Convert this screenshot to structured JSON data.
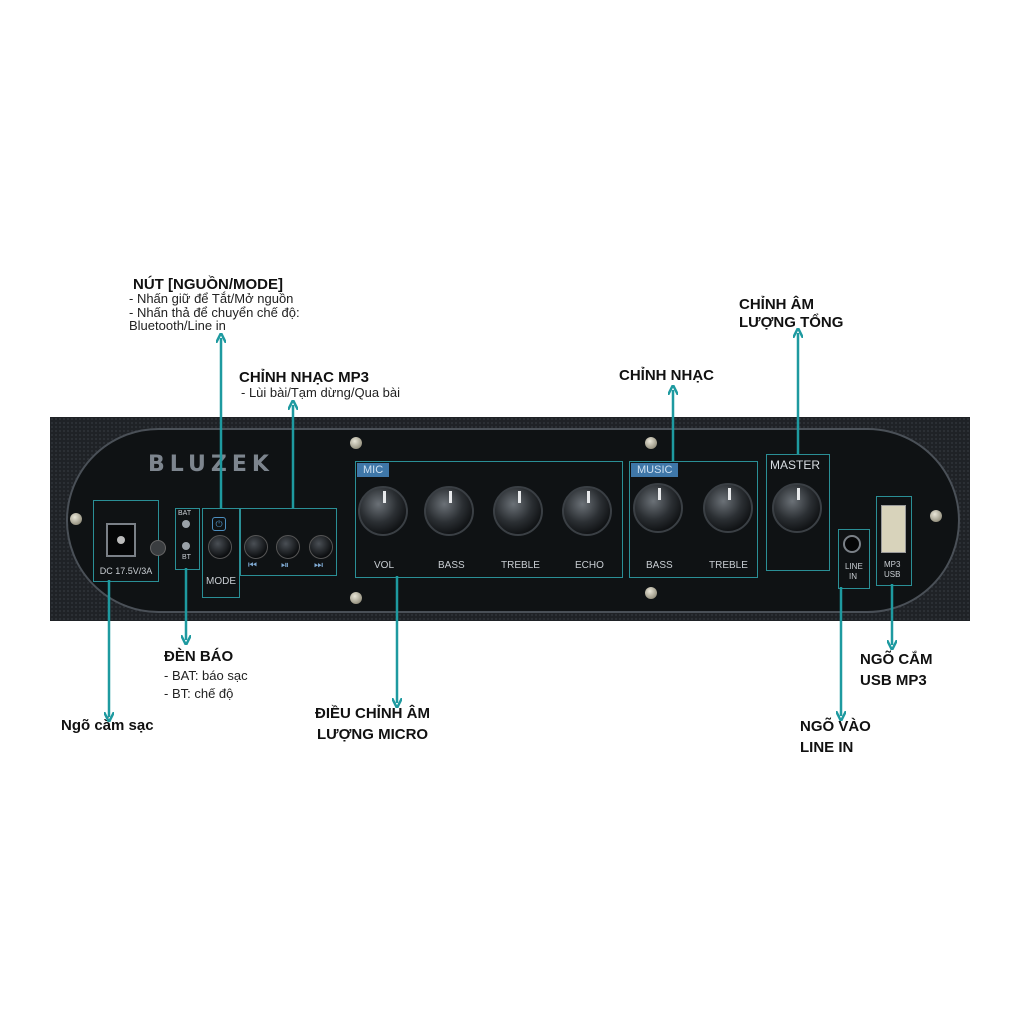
{
  "panel": {
    "brand": "BLUZEK",
    "dc_label": "DC 17.5V/3A",
    "led_bat": "BAT",
    "led_bt": "BT",
    "mode_label": "MODE",
    "prev_symbol": "⏮",
    "play_symbol": "⏯",
    "next_symbol": "⏭",
    "mic_tag": "MIC",
    "music_tag": "MUSIC",
    "master_tag": "MASTER",
    "mic_knobs": [
      "VOL",
      "BASS",
      "TREBLE",
      "ECHO"
    ],
    "music_knobs": [
      "BASS",
      "TREBLE"
    ],
    "line_in": [
      "LINE",
      "IN"
    ],
    "usb": [
      "MP3",
      "USB"
    ]
  },
  "annotations": {
    "power_mode": {
      "title": "NÚT [NGUỒN/MODE]",
      "lines": [
        "- Nhấn giữ để Tắt/Mở nguồn",
        "- Nhấn thả để chuyển chế độ:",
        "Bluetooth/Line in"
      ]
    },
    "mp3": {
      "title": "CHỈNH NHẠC MP3",
      "lines": [
        "-  Lùi bài/Tạm dừng/Qua bài"
      ]
    },
    "music": {
      "title": "CHỈNH NHẠC"
    },
    "master": {
      "title_line1": "CHỈNH ÂM",
      "title_line2": "LƯỢNG TỔNG"
    },
    "led": {
      "title": "ĐÈN BÁO",
      "lines": [
        "- BAT: báo sạc",
        "- BT: chế độ"
      ]
    },
    "charge": {
      "title": "Ngõ cắm sạc"
    },
    "mic": {
      "title_line1": "ĐIỀU CHỈNH ÂM",
      "title_line2": "LƯỢNG MICRO"
    },
    "line_in": {
      "title_line1": "NGÕ VÀO",
      "title_line2": "LINE IN"
    },
    "usb": {
      "title_line1": "NGÕ CẮM",
      "title_line2": "USB MP3"
    }
  },
  "colors": {
    "arrow": "#1e9aa0",
    "box": "#2a8f96",
    "panel": "#0f1214"
  }
}
